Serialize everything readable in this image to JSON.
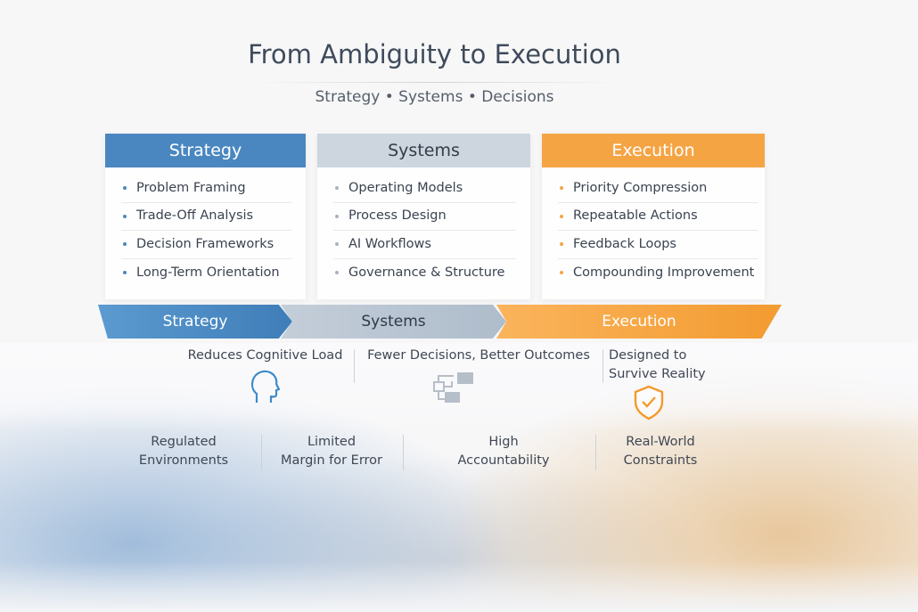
{
  "title": "From Ambiguity to Execution",
  "subtitle": "Strategy • Systems • Decisions",
  "colors": {
    "strategy": "#4a87c0",
    "systems": "#cdd5de",
    "execution": "#f5a444"
  },
  "columns": [
    {
      "header": "Strategy",
      "items": [
        "Problem Framing",
        "Trade-Off Analysis",
        "Decision Frameworks",
        "Long-Term Orientation"
      ]
    },
    {
      "header": "Systems",
      "items": [
        "Operating Models",
        "Process Design",
        "AI Workflows",
        "Governance & Structure"
      ]
    },
    {
      "header": "Execution",
      "items": [
        "Priority Compression",
        "Repeatable Actions",
        "Feedback Loops",
        "Compounding Improvement"
      ]
    }
  ],
  "flow": [
    "Strategy",
    "Systems",
    "Execution"
  ],
  "benefits": [
    {
      "text": "Reduces Cognitive Load",
      "icon": "head-icon"
    },
    {
      "text": "Fewer Decisions, Better Outcomes",
      "icon": "workflow-icon"
    },
    {
      "line1": "Designed to",
      "line2": "Survive Reality",
      "icon": "shield-check-icon"
    }
  ],
  "contexts": [
    {
      "line1": "Regulated",
      "line2": "Environments"
    },
    {
      "line1": "Limited",
      "line2": "Margin for Error"
    },
    {
      "line1": "High",
      "line2": "Accountability"
    },
    {
      "line1": "Real-World",
      "line2": "Constraints"
    }
  ]
}
